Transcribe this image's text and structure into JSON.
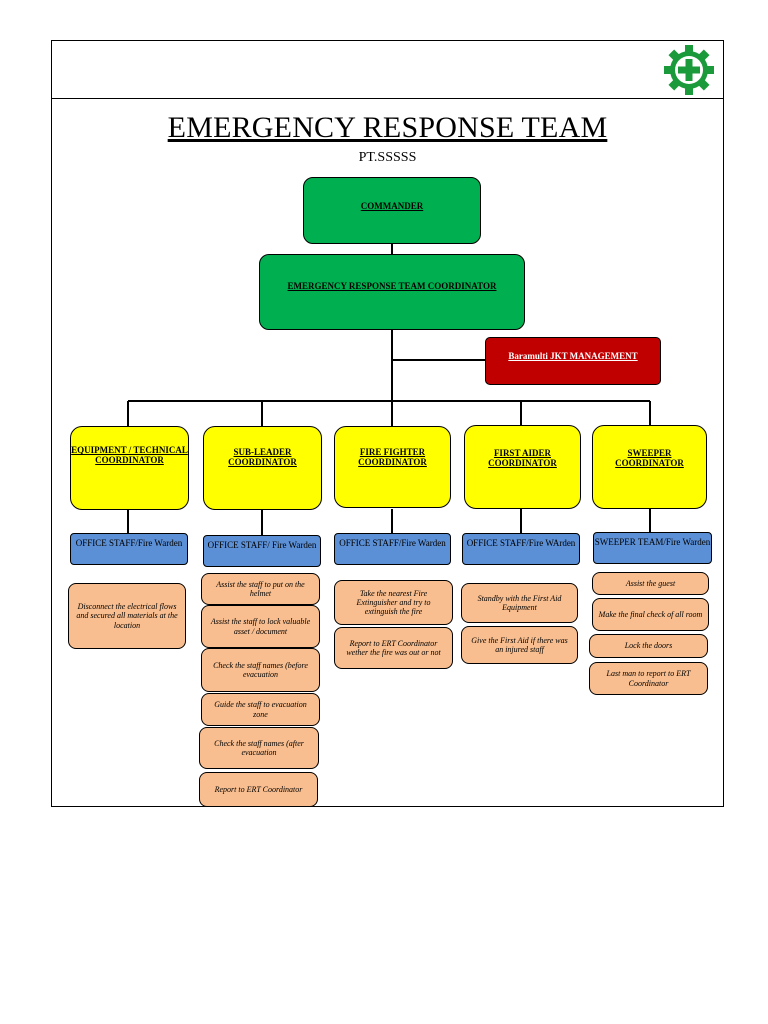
{
  "header": {
    "title": "EMERGENCY RESPONSE TEAM",
    "subtitle": "PT.SSSSS",
    "logo_icon": "safety-cross-gear-icon",
    "logo_color": "#1a9a3b"
  },
  "commander": {
    "label": "COMMANDER"
  },
  "coordinator": {
    "label": "EMERGENCY RESPONSE TEAM COORDINATOR"
  },
  "management": {
    "label": "Baramulti JKT MANAGEMENT"
  },
  "colors": {
    "green": "#00b050",
    "red": "#c00000",
    "yellow": "#ffff00",
    "blue": "#5b8fd6",
    "peach": "#f9be8f"
  },
  "teams": [
    {
      "coordinator": "EQUIPMENT / TECHNICAL COORDINATOR",
      "staff": "OFFICE STAFF/Fire Warden",
      "tasks": [
        "Disconnect the electrical flows and secured all materials at the location"
      ]
    },
    {
      "coordinator": "SUB-LEADER COORDINATOR",
      "staff": "OFFICE STAFF/ Fire Warden",
      "tasks": [
        "Assist the staff to put on the helmet",
        "Assist the staff to lock valuable asset / document",
        "Check the staff names (before evacuation",
        "Guide the staff to evacuation zone",
        "Check the staff names (after evacuation",
        "Report to ERT Coordinator"
      ]
    },
    {
      "coordinator": "FIRE FIGHTER COORDINATOR",
      "staff": "OFFICE STAFF/Fire Warden",
      "tasks": [
        "Take the nearest Fire Extinguisher and try to extinguish the fire",
        "Report to ERT Coordinator wether the fire was out or not"
      ]
    },
    {
      "coordinator": "FIRST AIDER COORDINATOR",
      "staff": "OFFICE STAFF/Fire WArden",
      "tasks": [
        "Standby with the First Aid Equipment",
        "Give the First Aid if there was an injured staff"
      ]
    },
    {
      "coordinator": "SWEEPER COORDINATOR",
      "staff": "SWEEPER TEAM/Fire Warden",
      "tasks": [
        "Assist the guest",
        "Make the final check of all room",
        "Lock the doors",
        "Last man to report to ERT Coordinator"
      ]
    }
  ]
}
